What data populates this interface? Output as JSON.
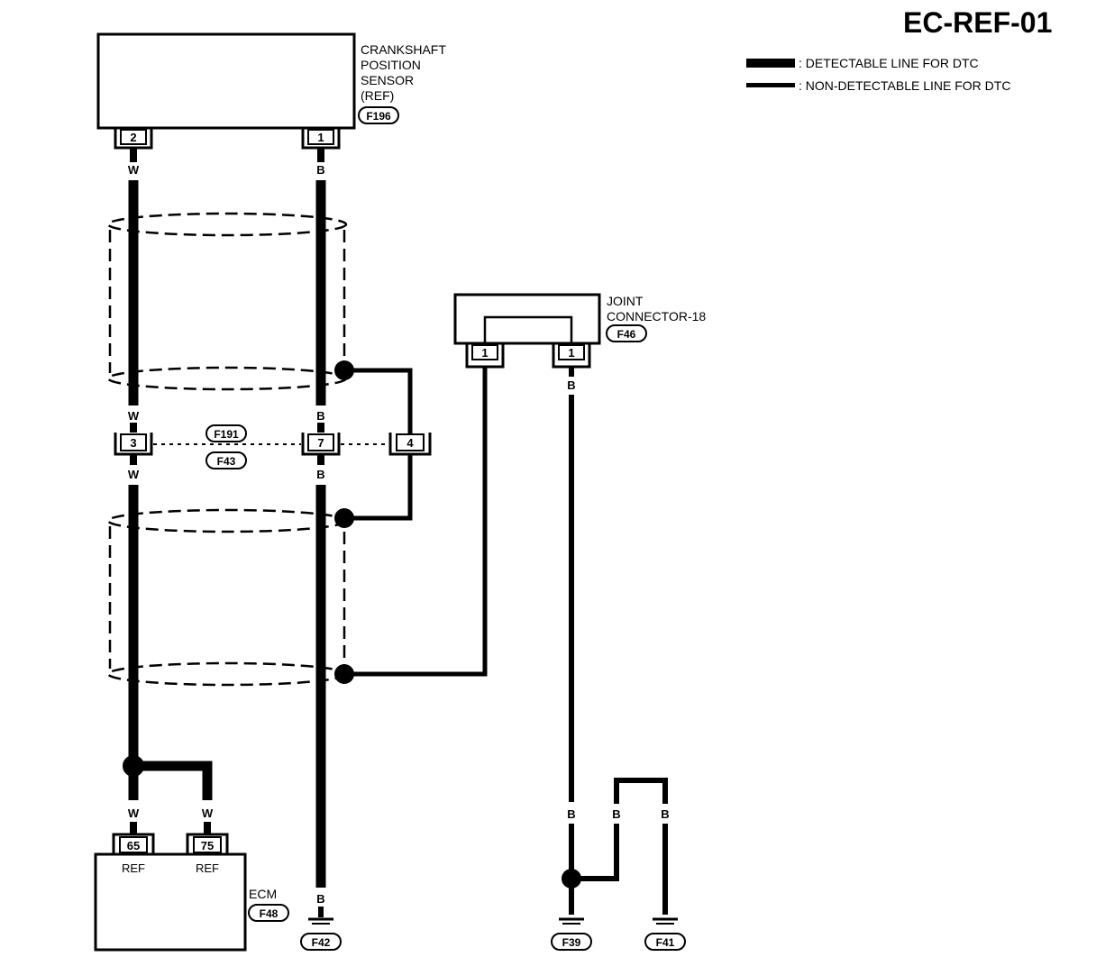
{
  "diagram_id": "EC-REF-01",
  "legend": {
    "detectable": ": DETECTABLE LINE FOR DTC",
    "non_detectable": ": NON-DETECTABLE LINE FOR DTC"
  },
  "sensor": {
    "line1": "CRANKSHAFT",
    "line2": "POSITION",
    "line3": "SENSOR",
    "line4": "(REF)",
    "connector": "F196",
    "pin_left": "2",
    "pin_right": "1"
  },
  "joint": {
    "line1": "JOINT",
    "line2": "CONNECTOR-18",
    "connector": "F46",
    "pin_left": "1",
    "pin_right": "1"
  },
  "inline_connector": {
    "pin_w": "3",
    "pin_b": "7",
    "pin_shield": "4",
    "code_top": "F191",
    "code_bottom": "F43"
  },
  "ecm": {
    "label": "ECM",
    "connector": "F48",
    "pin_a": "65",
    "pin_b": "75",
    "pin_a_label": "REF",
    "pin_b_label": "REF"
  },
  "grounds": {
    "g1": "F42",
    "g2": "F39",
    "g3": "F41"
  },
  "wire_colors": {
    "white": "W",
    "black": "B"
  }
}
